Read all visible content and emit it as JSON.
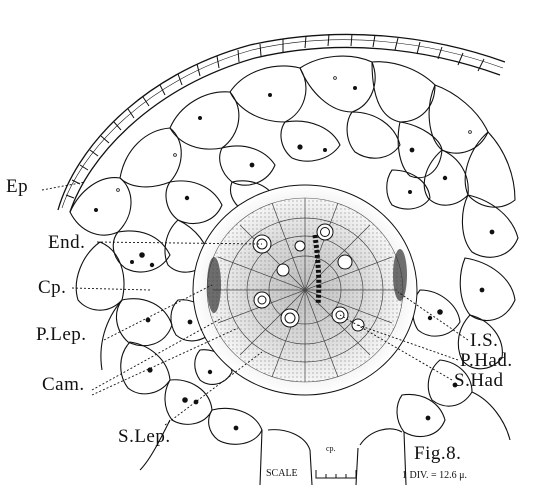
{
  "labels": {
    "ep": "Ep",
    "end": "End.",
    "cp": "Cp.",
    "plep": "P.Lep.",
    "cam": "Cam.",
    "slep": "S.Lep.",
    "is": "I.S.",
    "phad": "P.Had.",
    "shad": "S.Had",
    "fig": "Fig.8.",
    "cp_small": "cp.",
    "scale": "Scale",
    "div": "1 DIV. = 12.6 μ."
  },
  "colors": {
    "ink": "#111111",
    "stipple": "#9a9a9a",
    "background": "#ffffff"
  }
}
